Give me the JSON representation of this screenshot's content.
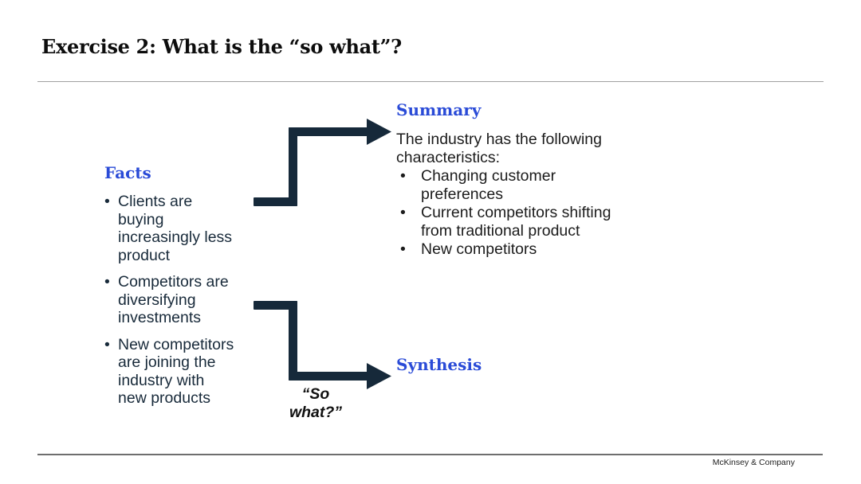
{
  "slide": {
    "title": "Exercise 2: What is the “so what”?",
    "footer_brand": "McKinsey & Company"
  },
  "glyphs": {
    "bullet": "•"
  },
  "facts": {
    "heading": "Facts",
    "items": [
      "Clients are\nbuying\nincreasingly less\nproduct",
      "Competitors are\ndiversifying\ninvestments",
      "New competitors\nare joining the\nindustry with\nnew products"
    ]
  },
  "summary": {
    "heading": "Summary",
    "intro": "The industry has the following\ncharacteristics:",
    "items": [
      "Changing customer\npreferences",
      "Current competitors shifting\nfrom traditional product",
      "New competitors"
    ]
  },
  "synthesis": {
    "heading": "Synthesis"
  },
  "so_what_label": "“So\nwhat?”",
  "colors": {
    "heading_blue": "#2a4bd7",
    "facts_text": "#182a3a",
    "summary_text": "#1c1c1c",
    "arrow_fill": "#16293a",
    "title_text": "#0d0d0d",
    "top_rule": "#a0a0a0",
    "bottom_rule": "#6e6e6e"
  }
}
